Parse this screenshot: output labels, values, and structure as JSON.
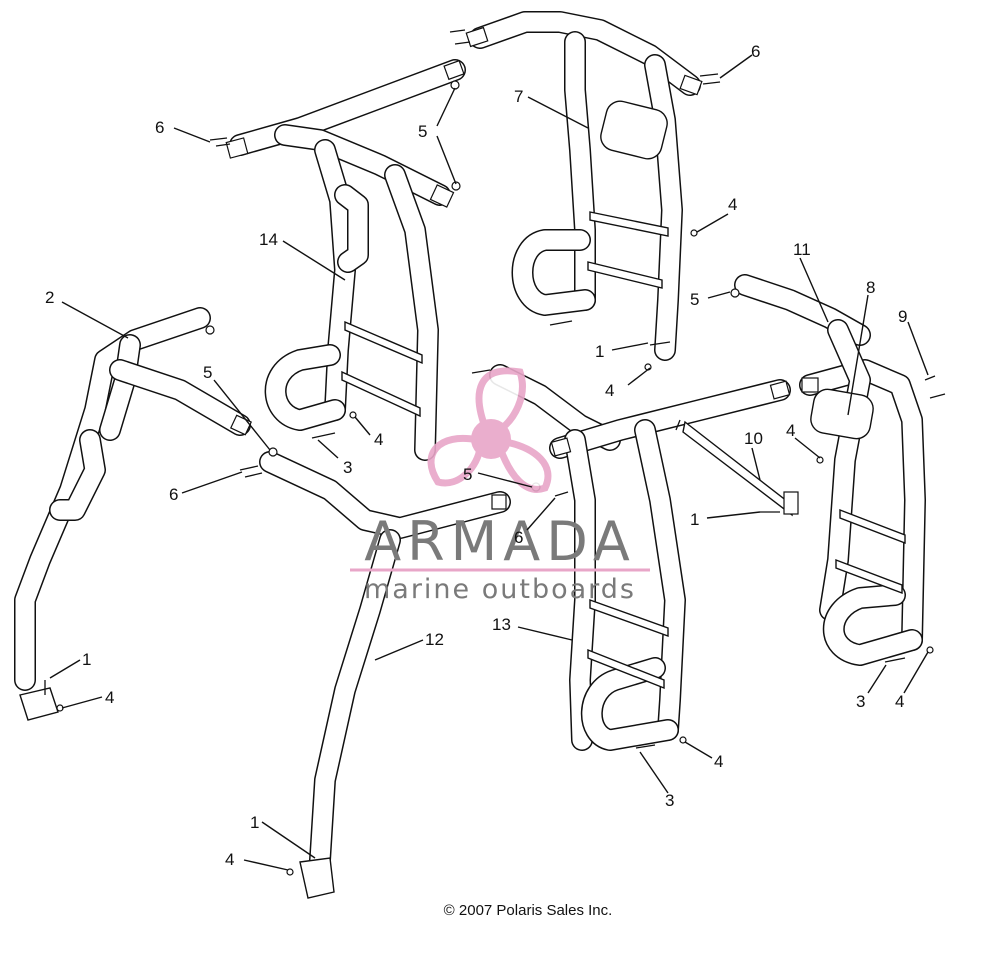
{
  "callouts": {
    "c1a": "1",
    "c1b": "1",
    "c1c": "1",
    "c1d": "1",
    "c2": "2",
    "c3a": "3",
    "c3b": "3",
    "c3c": "3",
    "c4a": "4",
    "c4b": "4",
    "c4c": "4",
    "c4d": "4",
    "c4e": "4",
    "c4f": "4",
    "c4g": "4",
    "c5a": "5",
    "c5b": "5",
    "c5c": "5",
    "c5d": "5",
    "c6a": "6",
    "c6b": "6",
    "c6c": "6",
    "c6d": "6",
    "c7": "7",
    "c8": "8",
    "c9": "9",
    "c10": "10",
    "c11": "11",
    "c12": "12",
    "c13": "13",
    "c14": "14"
  },
  "copyright": "© 2007 Polaris Sales Inc.",
  "watermark": {
    "title": "ARMADA",
    "subtitle": "marine outboards",
    "colors": {
      "pink": "#e8a6c8",
      "gray": "#7a7a7a"
    }
  }
}
